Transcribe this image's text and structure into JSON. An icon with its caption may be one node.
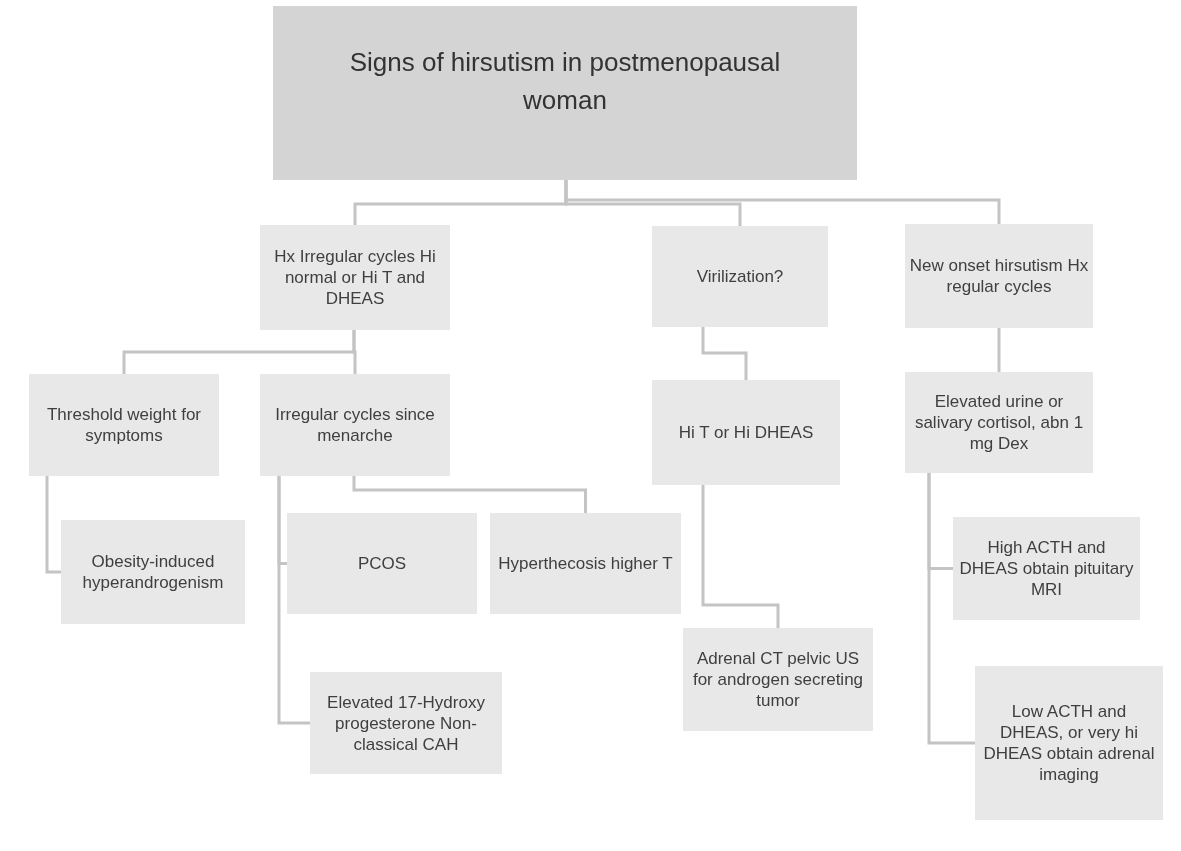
{
  "diagram": {
    "nodes": [
      {
        "text": [
          "Signs of hirsutism in postmenopausal woman"
        ]
      },
      {
        "text": [
          "Hx Irregular cycles Hi normal or Hi T and DHEAS"
        ]
      },
      {
        "text": [
          "Virilization?"
        ]
      },
      {
        "text": [
          "New onset hirsutism Hx regular cycles"
        ]
      },
      {
        "text": [
          "Threshold weight for symptoms"
        ]
      },
      {
        "text": [
          "Irregular cycles since menarche"
        ]
      },
      {
        "text": [
          "Hi T or Hi DHEAS"
        ]
      },
      {
        "text": [
          "Elevated urine or salivary cortisol, abn 1 mg Dex"
        ]
      },
      {
        "text": [
          "Obesity-induced hyperandrogenism"
        ]
      },
      {
        "text": [
          "PCOS"
        ]
      },
      {
        "text": [
          "Hyperthecosis higher T"
        ]
      },
      {
        "text": [
          "Elevated 17-Hydroxy progesterone Non-classical CAH"
        ]
      },
      {
        "text": [
          "Adrenal CT pelvic US for androgen secreting tumor"
        ]
      },
      {
        "text": [
          "High ACTH and DHEAS obtain pituitary MRI"
        ]
      },
      {
        "text": [
          "Low ACTH and DHEAS, or very hi DHEAS obtain adrenal imaging"
        ]
      }
    ],
    "edges": [
      {
        "from": 0,
        "to": 1,
        "arrow": "none"
      },
      {
        "from": 0,
        "to": 2,
        "arrow": "none"
      },
      {
        "from": 0,
        "to": 3,
        "arrow": "none"
      },
      {
        "from": 1,
        "to": 4,
        "arrow": "none"
      },
      {
        "from": 1,
        "to": 5,
        "arrow": "none"
      },
      {
        "from": 2,
        "to": 6,
        "arrow": "none"
      },
      {
        "from": 3,
        "to": 7,
        "arrow": "none"
      },
      {
        "from": 4,
        "to": 8,
        "arrow": "none"
      },
      {
        "from": 5,
        "to": 9,
        "arrow": "none"
      },
      {
        "from": 5,
        "to": 10,
        "arrow": "none"
      },
      {
        "from": 5,
        "to": 11,
        "arrow": "none"
      },
      {
        "from": 6,
        "to": 12,
        "arrow": "none"
      },
      {
        "from": 7,
        "to": 13,
        "arrow": "none"
      },
      {
        "from": 7,
        "to": 14,
        "arrow": "none"
      }
    ]
  }
}
